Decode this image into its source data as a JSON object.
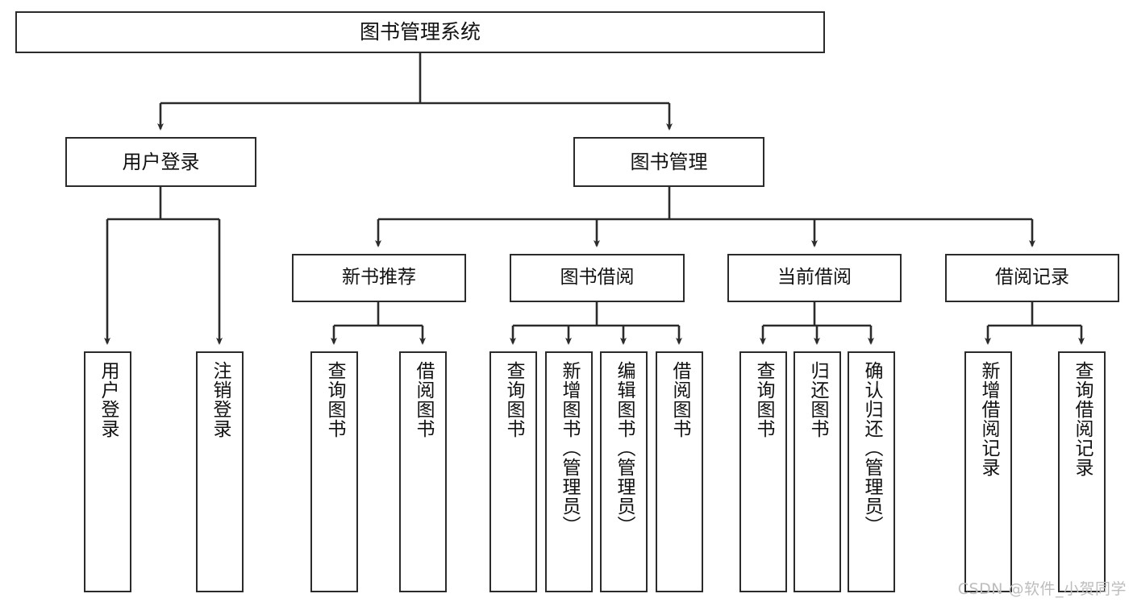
{
  "diagram": {
    "title_node": {
      "label": "图书管理系统"
    },
    "level2": [
      {
        "id": "user-login",
        "label": "用户登录"
      },
      {
        "id": "book-management",
        "label": "图书管理"
      }
    ],
    "level3": [
      {
        "id": "new-book-recommend",
        "label": "新书推荐"
      },
      {
        "id": "book-borrow",
        "label": "图书借阅"
      },
      {
        "id": "current-borrow",
        "label": "当前借阅"
      },
      {
        "id": "borrow-record",
        "label": "借阅记录"
      }
    ],
    "leaves": {
      "user_login": [
        {
          "id": "leaf-user-login",
          "label": "用户登录"
        },
        {
          "id": "leaf-logout-login",
          "label": "注销登录"
        }
      ],
      "new_book_recommend": [
        {
          "id": "leaf-query-book-1",
          "label": "查询图书"
        },
        {
          "id": "leaf-borrow-book-1",
          "label": "借阅图书"
        }
      ],
      "book_borrow": [
        {
          "id": "leaf-query-book-2",
          "label": "查询图书"
        },
        {
          "id": "leaf-add-book",
          "label": "新增图书（管理员）"
        },
        {
          "id": "leaf-edit-book",
          "label": "编辑图书（管理员）"
        },
        {
          "id": "leaf-borrow-book-2",
          "label": "借阅图书"
        }
      ],
      "current_borrow": [
        {
          "id": "leaf-query-book-3",
          "label": "查询图书"
        },
        {
          "id": "leaf-return-book",
          "label": "归还图书"
        },
        {
          "id": "leaf-confirm-return",
          "label": "确认归还（管理员）"
        }
      ],
      "borrow_record": [
        {
          "id": "leaf-add-record",
          "label": "新增借阅记录"
        },
        {
          "id": "leaf-query-record",
          "label": "查询借阅记录"
        }
      ]
    }
  },
  "watermark": {
    "text": "CSDN @软件_小贺同学"
  },
  "colors": {
    "stroke": "#2b2b2b",
    "background": "#ffffff",
    "text": "#111111",
    "watermark": "#bdbdbd"
  }
}
